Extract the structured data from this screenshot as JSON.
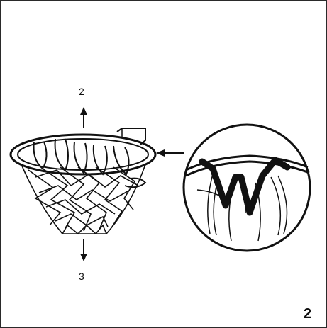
{
  "labels": {
    "up_number": "2",
    "down_number": "3",
    "figure_number": "2"
  },
  "icons": {
    "up_arrow": "arrow-up-icon",
    "down_arrow": "arrow-down-icon",
    "callout_arrow": "arrow-left-icon"
  },
  "colors": {
    "ink": "#111111",
    "background": "#ffffff",
    "border": "#2a2a2a"
  }
}
